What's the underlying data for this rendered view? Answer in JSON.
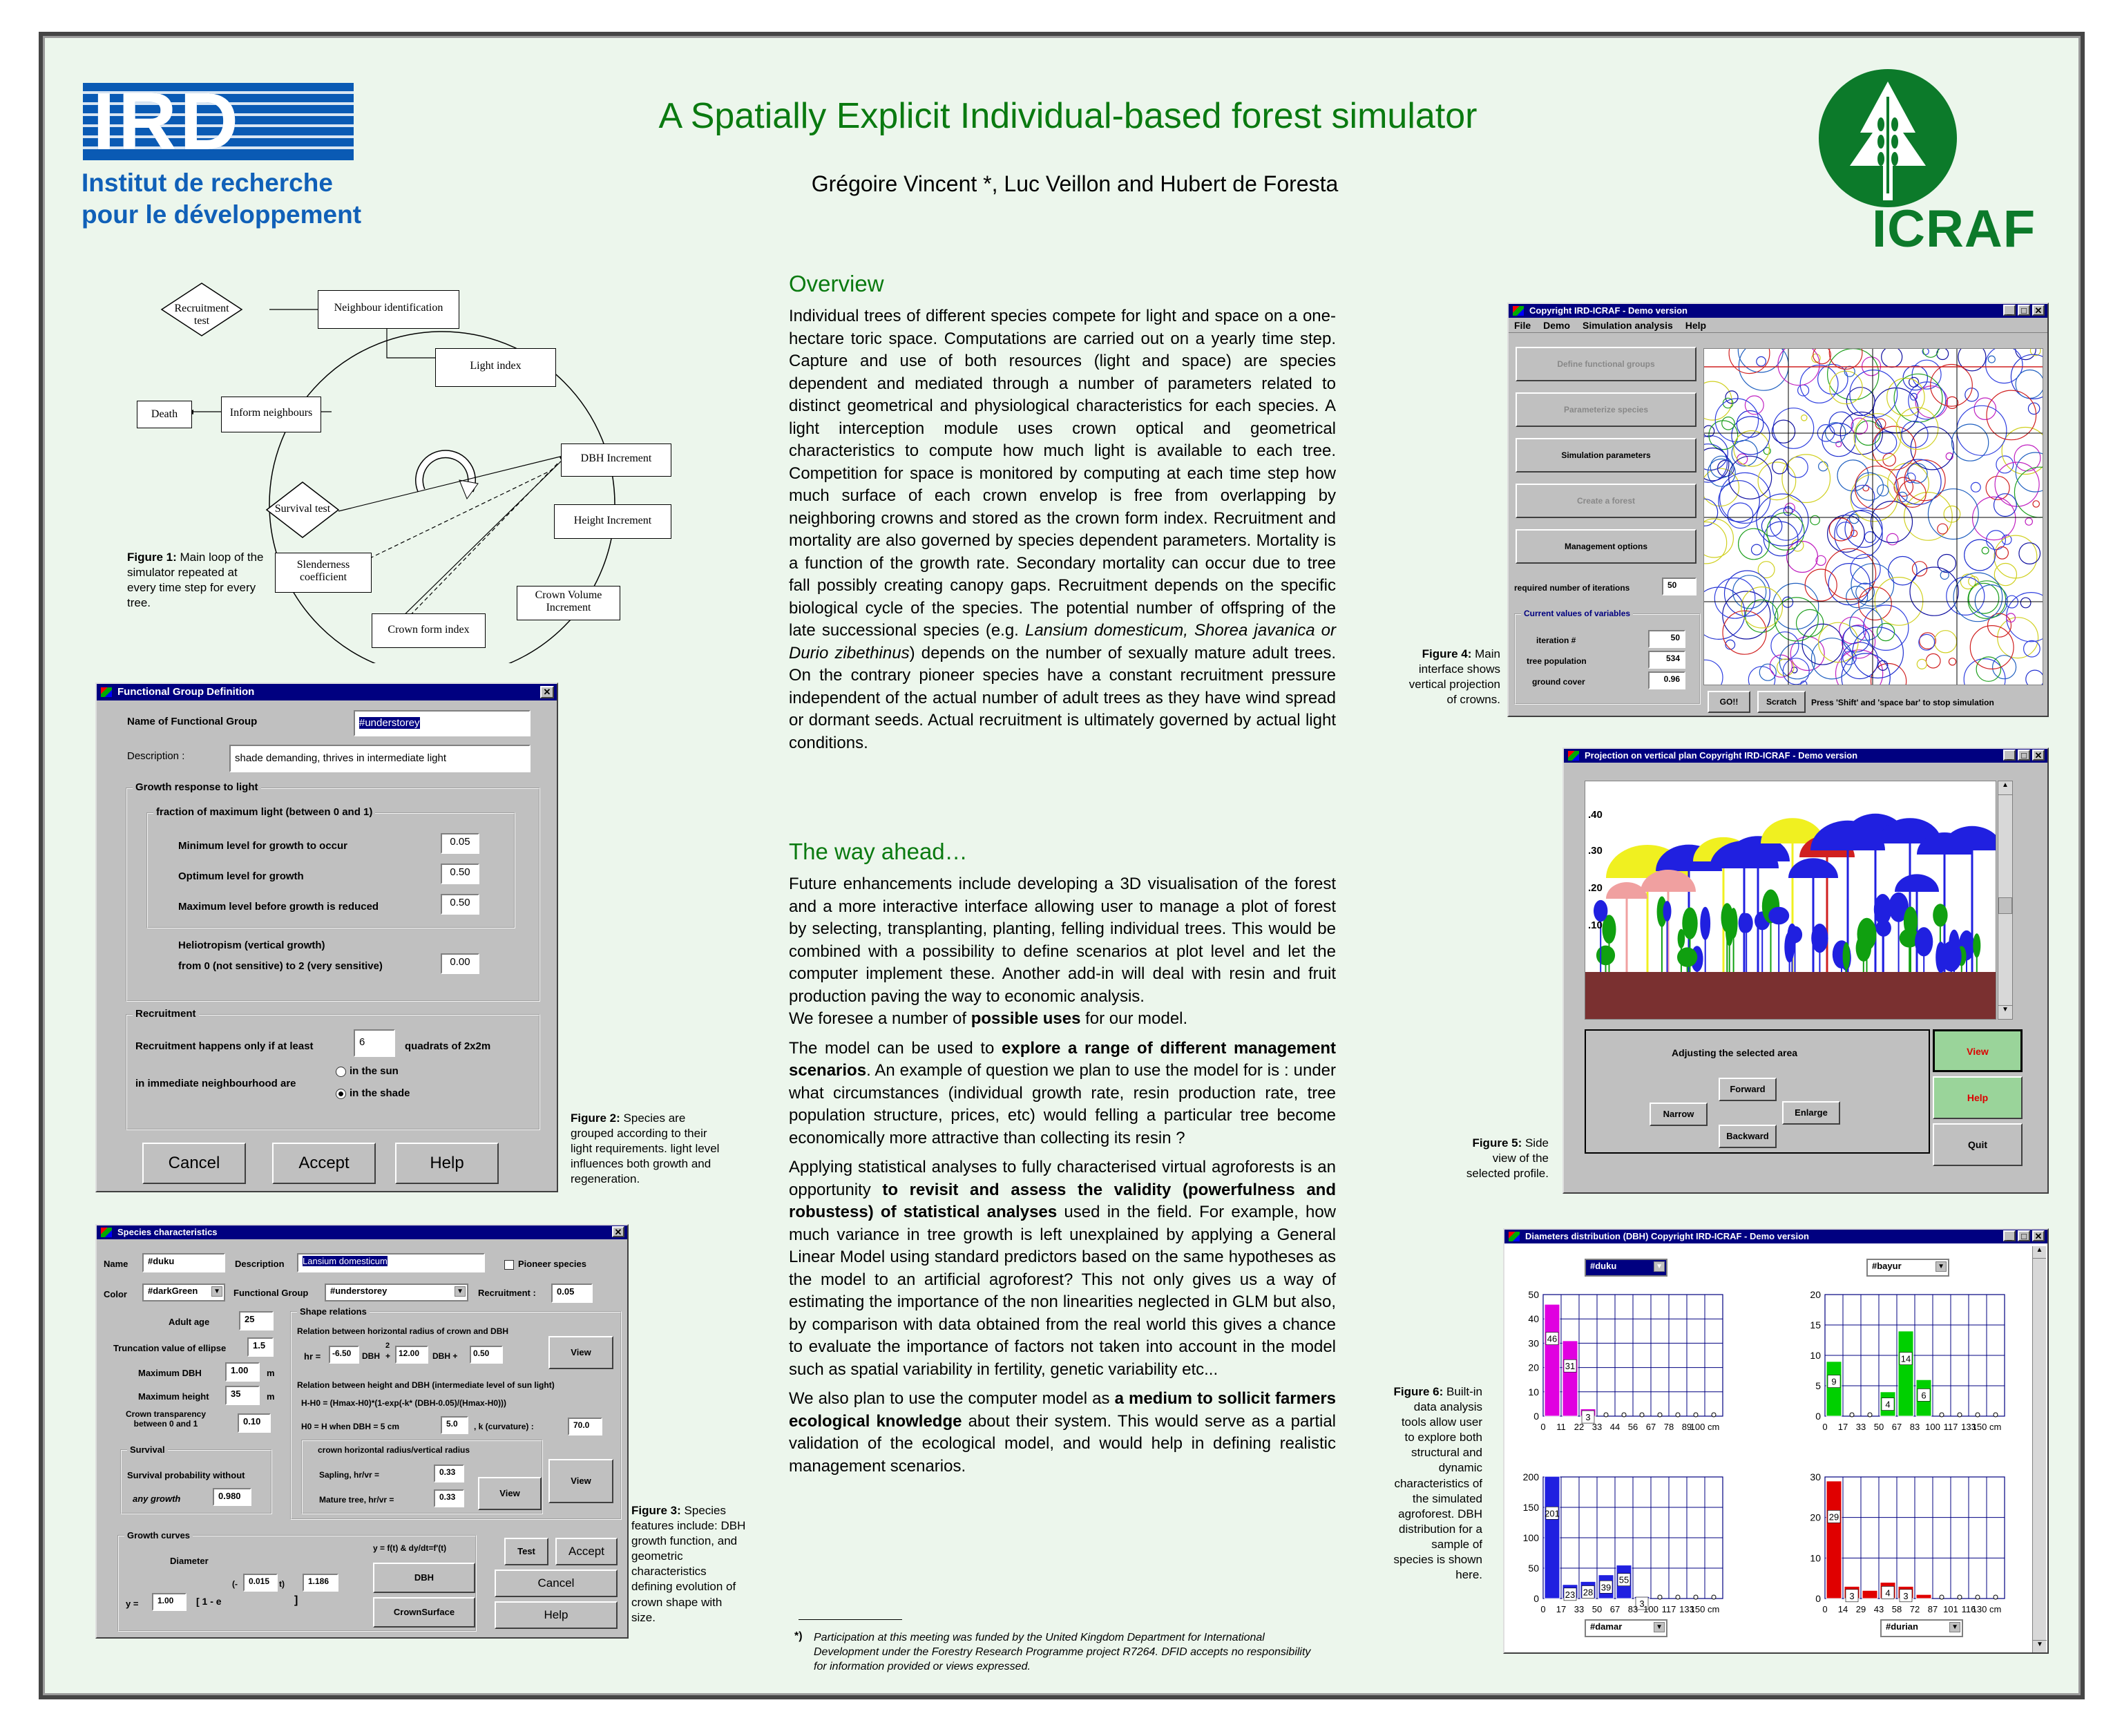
{
  "header": {
    "title": "A Spatially Explicit Individual-based forest simulator",
    "authors": "Grégoire Vincent *, Luc Veillon and Hubert de Foresta",
    "ird_logo": "IRD",
    "ird_line1": "Institut de recherche",
    "ird_line2": "pour le développement",
    "icraf_logo": "ICRAF"
  },
  "fig1": {
    "nodes": {
      "recruit": "Recruitment test",
      "neigh": "Neighbour identification",
      "light": "Light index",
      "death": "Death",
      "inform": "Inform neighbours",
      "dbh": "DBH Increment",
      "survival": "Survival test",
      "height": "Height Increment",
      "slender": "Slenderness coefficient",
      "crownvol": "Crown Volume Increment",
      "crownform": "Crown form index"
    },
    "cap_b": "Figure 1:",
    "cap": " Main loop of the simulator repeated at every time step for every tree."
  },
  "fig2": {
    "title": "Functional Group Definition",
    "name_label": "Name of Functional Group",
    "name_value": "#understorey",
    "desc_label": "Description :",
    "desc_value": "shade demanding, thrives in intermediate light",
    "growth_group": "Growth response to light",
    "frac_group": "fraction of maximum light (between 0 and 1)",
    "min_label": "Minimum level for growth to occur",
    "min_value": "0.05",
    "opt_label": "Optimum level for growth",
    "opt_value": "0.50",
    "max_label": "Maximum level before growth is reduced",
    "max_value": "0.50",
    "helio1": "Heliotropism (vertical growth)",
    "helio2": "from 0 (not sensitive) to 2 (very sensitive)",
    "helio_value": "0.00",
    "recruit_group": "Recruitment",
    "recruit1": "Recruitment happens only if at least",
    "recruit_value": "6",
    "recruit2": "quadrats of 2x2m",
    "recruit3": "in immediate neighbourhood are",
    "sun": "in the sun",
    "shade": "in the shade",
    "cancel": "Cancel",
    "accept": "Accept",
    "help": "Help",
    "cap_b": "Figure 2:",
    "cap": " Species are grouped according to their light requirements. light level influences both growth and regeneration."
  },
  "fig3": {
    "title": "Species characteristics",
    "name_l": "Name",
    "name_v": "#duku",
    "desc_l": "Description",
    "desc_v": "Lansium domesticum",
    "pioneer": "Pioneer species",
    "color_l": "Color",
    "color_v": "#darkGreen",
    "fg_l": "Functional Group",
    "fg_v": "#understorey",
    "rec_l": "Recruitment :",
    "rec_v": "0.05",
    "age_l": "Adult age",
    "age_v": "25",
    "trunc_l": "Truncation value of ellipse",
    "trunc_v": "1.5",
    "maxdbh_l": "Maximum DBH",
    "maxdbh_v": "1.00",
    "m1": "m",
    "maxh_l": "Maximum height",
    "maxh_v": "35",
    "m2": "m",
    "transp_l": "Crown transparency between 0 and 1",
    "transp_v": "0.10",
    "shape_g": "Shape relations",
    "rel1": "Relation between horizontal radius of crown and DBH",
    "hr": "hr =",
    "c1": "-6.50",
    "dbh2": "DBH",
    "sq": "2",
    "plus1": "+",
    "c2": "12.00",
    "dbh1": "DBH +",
    "c3": "0.50",
    "view1": "View",
    "rel2": "Relation between height and DBH (intermediate level of sun light)",
    "eq1": "H-H0 = (Hmax-H0)*(1-exp(-k* (DBH-0.05)/(Hmax-H0)))",
    "eq2": "H0 = H when DBH = 5 cm",
    "h0": "5.0",
    "kl": ", k (curvature) :",
    "k": "70.0",
    "vr_l": "crown horizontal radius/vertical radius",
    "sap_l": "Sapling, hr/vr =",
    "sap_v": "0.33",
    "mat_l": "Mature tree, hr/vr =",
    "mat_v": "0.33",
    "view2": "View",
    "view3": "View",
    "surv_g": "Survival",
    "surv1": "Survival probability without",
    "surv2": "any growth",
    "surv_v": "0.980",
    "growth_g": "Growth curves",
    "diam": "Diameter",
    "feq": "y = f(t) & dy/dt=f'(t)",
    "y": "y =",
    "g1": "1.00",
    "g2": "[ 1 - e",
    "g3": "(-",
    "g4": "0.015",
    "g5": "t)",
    "g6": "]",
    "g7": "1.186",
    "dbh_btn": "DBH",
    "cs_btn": "CrownSurface",
    "test": "Test",
    "accept": "Accept",
    "cancel": "Cancel",
    "help": "Help",
    "cap_b": "Figure 3:",
    "cap": " Species features include: DBH growth function, and geometric characteristics defining evolution of crown shape with size."
  },
  "overview": {
    "heading": "Overview",
    "p1a": "Individual trees of different species compete for light and space on a one-hectare toric space. Computations are carried out on a yearly time step. Capture and use of both resources (light and space) are species dependent and mediated through a number of parameters related to distinct geometrical and physiological characteristics for each species. A light interception module uses crown optical and geometrical characteristics to compute how much light is available to each tree. Competition for space is monitored by computing at each time step how much surface of each crown envelop is free from overlapping by neighboring crowns and stored as the crown form index. Recruitment and mortality are also governed by species dependent parameters. Mortality is a function of the growth rate. Secondary mortality can occur due to tree fall possibly creating canopy gaps. Recruitment depends on the specific biological cycle of the species. The potential number of offspring of the late successional species (e.g. ",
    "p1i": "Lansium domesticum, Shorea javanica or Durio zibethinus",
    "p1b": ") depends on the number of sexually mature adult trees. On the contrary pioneer species have a constant recruitment pressure independent of the actual number of adult trees as they have wind spread or dormant seeds. Actual recruitment is ultimately governed by actual light conditions."
  },
  "ahead": {
    "heading": "The way ahead…",
    "p1": "Future enhancements include developing a 3D visualisation of the forest and a more interactive interface allowing user to manage a plot of forest by selecting, transplanting, planting, felling individual trees. This would be combined with a possibility to define scenarios at plot level and let the computer implement these. Another add-in will deal with resin and fruit production paving the way to economic analysis.",
    "p2a": "We foresee a number of ",
    "p2b": "possible uses",
    "p2c": " for our model.",
    "p3a": "The model can be used to ",
    "p3b": "explore a range of different management scenarios",
    "p3c": ". An example of question we plan to use the model for is : under what circumstances (individual growth rate, resin production rate, tree population structure, prices, etc) would felling a particular tree become economically more attractive than collecting its resin ?",
    "p4a": "Applying statistical analyses to fully characterised virtual agroforests is an opportunity ",
    "p4b": "to revisit and assess the validity (powerfulness and robustess) of statistical analyses",
    "p4c": " used in the field. For example, how much variance in tree growth is left unexplained by applying a General Linear Model using standard predictors based on the same hypotheses as the model to an artificial agroforest? This not only gives us a way of estimating the importance of the non linearities neglected in GLM but also, by comparison with data obtained from the real world this gives a chance to evaluate the importance of factors not taken into account in the model such as spatial variability in fertility, genetic variability etc...",
    "p5a": "We also plan to use the computer model as ",
    "p5b": "a medium to sollicit farmers ecological knowledge",
    "p5c": " about their system. This would serve as a partial validation of the ecological model, and would help in defining realistic management scenarios."
  },
  "footnote": {
    "mark": "*)",
    "text": "Participation at this meeting was funded by the United Kingdom Department for International Development under the Forestry Research Programme project R7264. DFID accepts no responsibility for information provided or views expressed."
  },
  "fig4": {
    "title": "Copyright IRD-ICRAF - Demo version",
    "menu": [
      "File",
      "Demo",
      "Simulation analysis",
      "Help"
    ],
    "btn1": "Define functional groups",
    "btn2": "Parameterize species",
    "btn3": "Simulation parameters",
    "btn4": "Create a forest",
    "btn5": "Management options",
    "iter_l": "required number of iterations",
    "iter_v": "50",
    "cur": "Current values of variables",
    "it_l": "iteration #",
    "it_v": "50",
    "tp_l": "tree population",
    "tp_v": "534",
    "gc_l": "ground cover",
    "gc_v": "0.96",
    "go": "GO!!",
    "scratch": "Scratch",
    "hint": "Press 'Shift' and 'space bar' to stop simulation",
    "cap_b": "Figure 4:",
    "cap": " Main interface shows vertical projection of crowns."
  },
  "fig5": {
    "title": "Projection on vertical plan   Copyright IRD-ICRAF - Demo version",
    "ticks": [
      ".40",
      ".30",
      ".20",
      ".10"
    ],
    "adjust": "Adjusting the selected area",
    "forward": "Forward",
    "narrow": "Narrow",
    "enlarge": "Enlarge",
    "backward": "Backward",
    "view": "View",
    "help": "Help",
    "quit": "Quit",
    "cap_b": "Figure 5:",
    "cap": " Side view of the selected profile."
  },
  "fig6": {
    "title": "Diameters distribution (DBH)   Copyright IRD-ICRAF - Demo version",
    "cap_b": "Figure 6:",
    "cap": " Built-in data analysis tools allow user to explore both structural and dynamic characteristics of the simulated agroforest. DBH distribution for a sample of species is shown here."
  },
  "chart_data": [
    {
      "type": "bar",
      "species": "#duku",
      "color": "#e000e0",
      "categories": [
        "0",
        "11",
        "22",
        "33",
        "44",
        "56",
        "67",
        "78",
        "89",
        "100 cm"
      ],
      "values": [
        46,
        31,
        3,
        0,
        0,
        0,
        0,
        0,
        0,
        0
      ],
      "yticks": [
        "0",
        "10",
        "20",
        "30",
        "40",
        "50"
      ],
      "ylim": [
        0,
        50
      ]
    },
    {
      "type": "bar",
      "species": "#bayur",
      "color": "#00d000",
      "categories": [
        "0",
        "17",
        "33",
        "50",
        "67",
        "83",
        "100",
        "117",
        "133",
        "150 cm"
      ],
      "values": [
        9,
        0,
        0,
        4,
        14,
        6,
        0,
        0,
        0,
        0
      ],
      "yticks": [
        "0",
        "5",
        "10",
        "15",
        "20"
      ],
      "ylim": [
        0,
        20
      ]
    },
    {
      "type": "bar",
      "species": "#damar",
      "color": "#2020e0",
      "categories": [
        "0",
        "17",
        "33",
        "50",
        "67",
        "83",
        "100",
        "117",
        "133",
        "150 cm"
      ],
      "values": [
        201,
        23,
        28,
        39,
        55,
        3,
        0,
        0,
        0,
        0
      ],
      "yticks": [
        "0",
        "50",
        "100",
        "150",
        "200"
      ],
      "ylim": [
        0,
        200
      ]
    },
    {
      "type": "bar",
      "species": "#durian",
      "color": "#e00000",
      "categories": [
        "0",
        "14",
        "29",
        "43",
        "58",
        "72",
        "87",
        "101",
        "116",
        "130 cm"
      ],
      "values": [
        29,
        3,
        2,
        4,
        3,
        1,
        0,
        0,
        0,
        0
      ],
      "yticks": [
        "0",
        "10",
        "20",
        "30"
      ],
      "ylim": [
        0,
        30
      ]
    }
  ]
}
